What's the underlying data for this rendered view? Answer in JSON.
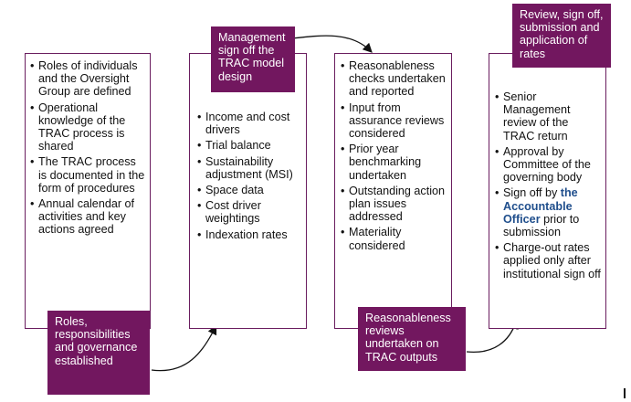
{
  "stage1": {
    "items": [
      "Roles of individuals and the Oversight Group are defined",
      "Operational knowledge of the TRAC process is shared",
      "The TRAC process is documented in the form of procedures",
      "Annual calendar of activities and key actions agreed"
    ],
    "label": "Roles, responsibilities and governance established"
  },
  "stage2": {
    "label": "Management sign off the TRAC model design",
    "items": [
      "Income and cost drivers",
      "Trial balance",
      "Sustainability adjustment (MSI)",
      "Space data",
      "Cost driver weightings",
      "Indexation rates"
    ]
  },
  "stage3": {
    "items": [
      "Reasonableness checks undertaken and reported",
      "Input from assurance reviews considered",
      "Prior year benchmarking undertaken",
      "Outstanding action plan issues addressed",
      "Materiality considered"
    ],
    "label": "Reasonableness reviews undertaken on TRAC outputs"
  },
  "stage4": {
    "label": "Review, sign off, submission and application of rates",
    "items": {
      "i0": "Senior Management review of the TRAC return",
      "i1": "Approval by Committee of the governing body",
      "i2_pre": "Sign off by ",
      "i2_hl": "the Accountable Officer",
      "i2_post": " prior to submission",
      "i3": "Charge-out rates applied only after institutional sign off"
    }
  },
  "colors": {
    "accent": "#72175f",
    "highlight": "#1f4e8c",
    "border": "#6a1d5f"
  }
}
